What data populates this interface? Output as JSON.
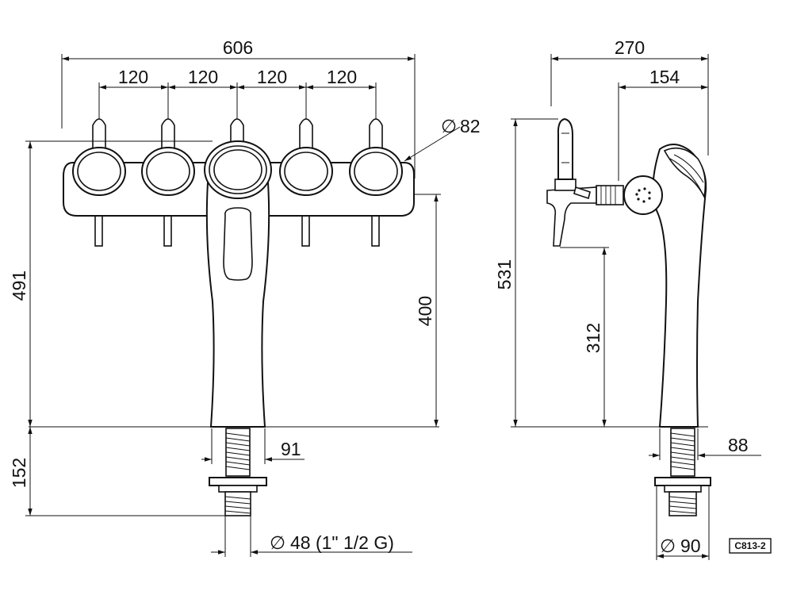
{
  "front_view": {
    "overall_width": "606",
    "spacing_1": "120",
    "spacing_2": "120",
    "spacing_3": "120",
    "spacing_4": "120",
    "tap_diameter": "82",
    "total_height": "491",
    "spout_height": "400",
    "shank_length": "152",
    "column_base_width": "91",
    "thread_spec": "48 (1\" 1/2 G)"
  },
  "side_view": {
    "overall_depth": "270",
    "column_depth": "154",
    "total_height": "531",
    "spout_height": "312",
    "base_width": "88",
    "flange_diameter": "90"
  },
  "drawing_code": "C813-2",
  "symbols": {
    "diameter": "∅"
  }
}
